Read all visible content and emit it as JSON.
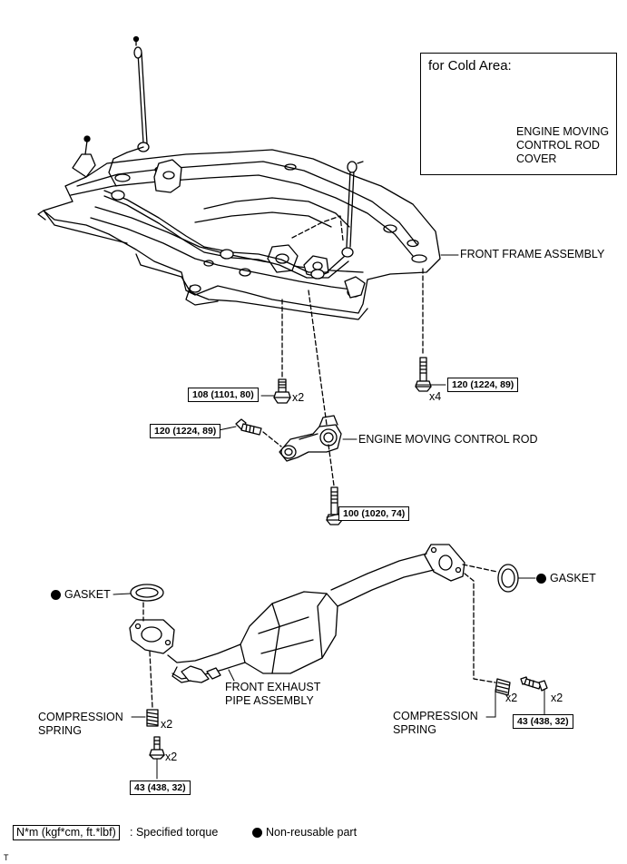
{
  "inset": {
    "title": "for Cold Area:",
    "cover_label": "ENGINE MOVING\nCONTROL ROD\nCOVER"
  },
  "labels": {
    "front_frame": "FRONT FRAME ASSEMBLY",
    "engine_rod": "ENGINE MOVING CONTROL ROD",
    "gasket_left": "GASKET",
    "gasket_right": "GASKET",
    "front_exhaust": "FRONT EXHAUST\nPIPE ASSEMBLY",
    "compression_left": "COMPRESSION\nSPRING",
    "compression_right": "COMPRESSION\nSPRING"
  },
  "torques": {
    "bolt_108": "108 (1101, 80)",
    "bolt_120_frame": "120 (1224, 89)",
    "bolt_120_rod": "120 (1224, 89)",
    "bolt_100": "100 (1020, 74)",
    "bolt_43_left": "43 (438, 32)",
    "bolt_43_right": "43 (438, 32)"
  },
  "counts": {
    "x2_108": "x2",
    "x4_120": "x4",
    "x2_spring_left": "x2",
    "x2_bolt_left": "x2",
    "x2_spring_right": "x2",
    "x2_bolt_right": "x2"
  },
  "legend": {
    "torque_unit": "N*m (kgf*cm, ft.*lbf)",
    "torque_desc": ": Specified torque",
    "nonreusable": "Non-reusable part"
  },
  "figure_id": "T",
  "colors": {
    "line": "#000000",
    "background": "#ffffff"
  }
}
